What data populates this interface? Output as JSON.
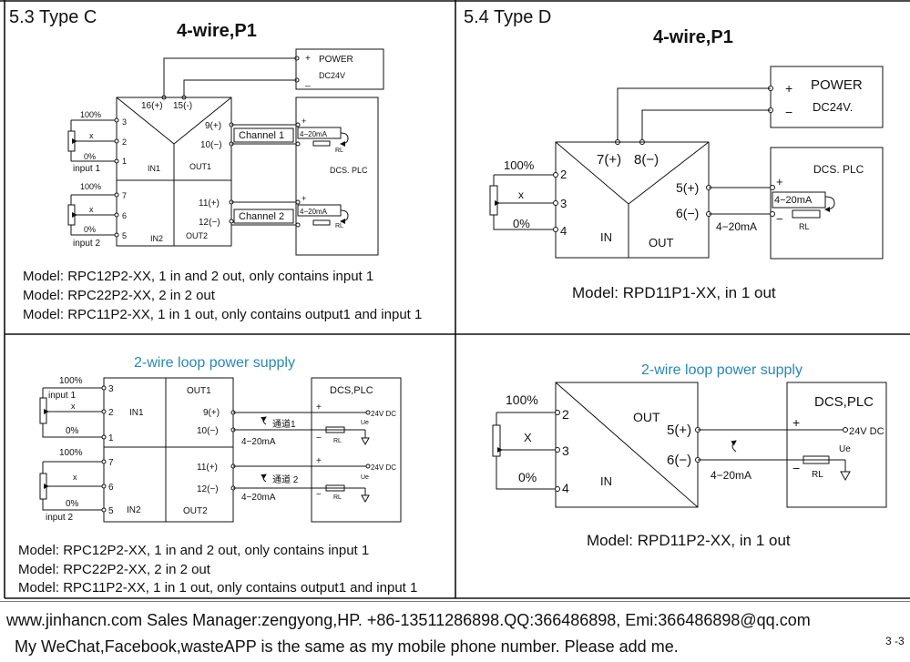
{
  "typeC": {
    "heading": "5.3 Type C",
    "diagram1": {
      "title": "4-wire,P1",
      "power": "POWER",
      "dc": "DC24V",
      "plus": "+",
      "minus": "_",
      "pin16": "16(+)",
      "pin15": "15(-)",
      "p100a": "100%",
      "p0a": "0%",
      "xa": "x",
      "input1": "input 1",
      "in1": "IN1",
      "out1": "OUT1",
      "pin3": "3",
      "pin2": "2",
      "pin1": "1",
      "pin9": "9(+)",
      "pin10": "10(−)",
      "channel1": "Channel 1",
      "ma1": "4−20mA",
      "rl1": "RL",
      "dcs": "DCS. PLC",
      "p100b": "100%",
      "p0b": "0%",
      "xb": "x",
      "input2": "input 2",
      "pin7": "7",
      "pin6": "6",
      "pin5": "5",
      "in2": "IN2",
      "out2": "OUT2",
      "pin11": "11(+)",
      "pin12": "12(−)",
      "channel2": "Channel 2",
      "ma2": "4−20mA",
      "rl2": "RL",
      "models": [
        "Model: RPC12P2-XX, 1 in and 2 out, only contains input 1",
        "Model: RPC22P2-XX, 2 in 2 out",
        "Model: RPC11P2-XX, 1 in 1 out, only contains output1 and input 1"
      ]
    },
    "diagram2": {
      "title": "2-wire loop power supply",
      "p100a": "100%",
      "input1": "input 1",
      "xa": "x",
      "p0a": "0%",
      "pin3": "3",
      "pin2": "2",
      "pin1": "1",
      "in1": "IN1",
      "out1": "OUT1",
      "pin9": "9(+)",
      "pin10": "10(−)",
      "ch1": "通道1",
      "ma1": "4−20mA",
      "dcs": "DCS,PLC",
      "v24a": "24V DC",
      "uea": "Ue",
      "rla": "RL",
      "p100b": "100%",
      "xb": "x",
      "p0b": "0%",
      "input2": "input 2",
      "pin7": "7",
      "pin6": "6",
      "pin5": "5",
      "in2": "IN2",
      "out2": "OUT2",
      "pin11": "11(+)",
      "pin12": "12(−)",
      "ch2": "通道 2",
      "ma2": "4−20mA",
      "v24b": "24V DC",
      "ueb": "Ue",
      "rlb": "RL",
      "models": [
        "Model: RPC12P2-XX, 1 in and 2 out, only contains input 1",
        "Model: RPC22P2-XX, 2 in 2 out",
        "Model: RPC11P2-XX, 1 in 1 out, only contains output1 and input 1"
      ]
    }
  },
  "typeD": {
    "heading": "5.4 Type D",
    "diagram1": {
      "title": "4-wire,P1",
      "power": "POWER",
      "dc": "DC24V.",
      "plus": "+",
      "minus": "−",
      "pin7": "7(+)",
      "pin8": "8(−)",
      "p100": "100%",
      "x": "x",
      "p0": "0%",
      "pin2": "2",
      "pin3": "3",
      "pin4": "4",
      "in": "IN",
      "out": "OUT",
      "pin5": "5(+)",
      "pin6": "6(−)",
      "ma": "4−20mA",
      "ma_box": "4−20mA",
      "rl": "RL",
      "dcs": "DCS. PLC",
      "model": "Model: RPD11P1-XX,  in 1 out"
    },
    "diagram2": {
      "title": "2-wire loop power supply",
      "p100": "100%",
      "x": "X",
      "p0": "0%",
      "pin2": "2",
      "pin3": "3",
      "pin4": "4",
      "in": "IN",
      "out": "OUT",
      "pin5": "5(+)",
      "pin6": "6(−)",
      "ma": "4−20mA",
      "dcs": "DCS,PLC",
      "v24": "24V DC",
      "ue": "Ue",
      "rl": "RL",
      "plus": "+",
      "minus": "−",
      "model": "Model: RPD11P2-XX,  in 1 out"
    }
  },
  "footer": {
    "line1": "www.jinhancn.com  Sales Manager:zengyong,HP. +86-13511286898.QQ:366486898,     Emi:366486898@qq.com",
    "line2": "My WeChat,Facebook,wasteAPP is the same as my mobile phone number. Please add me.",
    "page": "3 -3"
  }
}
